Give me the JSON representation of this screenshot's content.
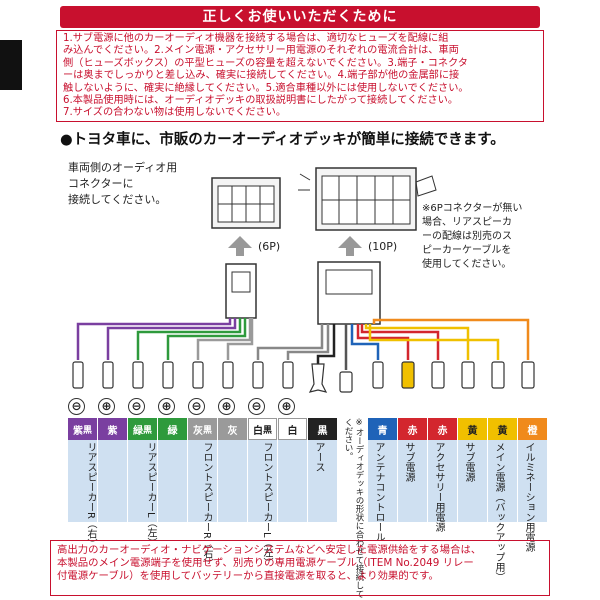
{
  "title": "正しくお使いいただくために",
  "notes": [
    "1.サブ電源に他のカーオーディオ機器を接続する場合は、適切なヒューズを配線に組",
    "み込んでください。2.メイン電源・アクセサリー用電源のそれぞれの電流合計は、車両",
    "側（ヒューズボックス）の平型ヒューズの容量を超えないでください。3.端子・コネクタ",
    "ーは奥までしっかりと差し込み、確実に接続してください。4.端子部が他の金属部に接",
    "触しないように、確実に絶縁してください。5.適合車種以外には使用しないでください。",
    "6.本製品使用時には、オーディオデッキの取扱説明書にしたがって接続してください。",
    "7.サイズの合わない物は使用しないでください。"
  ],
  "headline": "●トヨタ車に、市販のカーオーディオデッキが簡単に接続できます。",
  "vehicle_note": [
    "車両側のオーディオ用",
    "コネクターに",
    "接続してください。"
  ],
  "connector_labels": {
    "six_pin": "(6P)",
    "ten_pin": "(10P)"
  },
  "rear_note": [
    "※6Pコネクターが無い",
    "場合、リアスピーカ",
    "ーの配線は別売のス",
    "ピーカーケーブルを",
    "使用してください。"
  ],
  "signs": [
    "⊖",
    "⊕",
    "⊖",
    "⊕",
    "⊖",
    "⊕",
    "⊖",
    "⊕"
  ],
  "wire_colors": [
    {
      "name": "紫黒",
      "label": "紫",
      "sub": "黒",
      "color": "#7a3fa0"
    },
    {
      "name": "紫",
      "label": "紫",
      "sub": "",
      "color": "#7a3fa0"
    },
    {
      "name": "緑黒",
      "label": "緑",
      "sub": "黒",
      "color": "#2e9a3c"
    },
    {
      "name": "緑",
      "label": "緑",
      "sub": "",
      "color": "#2e9a3c"
    },
    {
      "name": "灰黒",
      "label": "灰",
      "sub": "黒",
      "color": "#9a9a9a"
    },
    {
      "name": "灰",
      "label": "灰",
      "sub": "",
      "color": "#9a9a9a"
    },
    {
      "name": "白黒",
      "label": "白",
      "sub": "黒",
      "color": "#ffffff"
    },
    {
      "name": "白",
      "label": "白",
      "sub": "",
      "color": "#ffffff"
    },
    {
      "name": "黒",
      "label": "黒",
      "sub": "",
      "color": "#222222"
    },
    {
      "name": "青",
      "label": "青",
      "sub": "",
      "color": "#1f63b8"
    },
    {
      "name": "赤1",
      "label": "赤",
      "sub": "",
      "color": "#d3262e"
    },
    {
      "name": "赤2",
      "label": "赤",
      "sub": "",
      "color": "#d3262e"
    },
    {
      "name": "黄1",
      "label": "黄",
      "sub": "",
      "color": "#f0c000"
    },
    {
      "name": "黄2",
      "label": "黄",
      "sub": "",
      "color": "#f0c000"
    },
    {
      "name": "橙",
      "label": "橙",
      "sub": "",
      "color": "#f08a1c"
    }
  ],
  "groups": [
    "リアスピーカーR（右）",
    "リアスピーカーL（左）",
    "フロントスピーカーR（右）",
    "フロントスピーカーL（左）",
    "アース",
    "アンテナコントロール",
    "サブ電源",
    "アクセサリー用電源",
    "サブ電源",
    "メイン電源（バックアップ用）",
    "イルミネーション用電源"
  ],
  "antenna_note": "※オーディオデッキの形状に合わせて接続してください。",
  "bottom_note": [
    "高出力のカーオーディオ・ナビゲーションシステムなどへ安定した電源供給をする場合は、",
    "本製品のメイン電源端子を使用せず、別売りの専用電源ケーブル（ITEM No.2049 リレー",
    "付電源ケーブル）を使用してバッテリーから直接電源を取ると、より効果的です。"
  ],
  "colors": {
    "accent": "#c8102e",
    "table_body": "#cfe0f1"
  }
}
